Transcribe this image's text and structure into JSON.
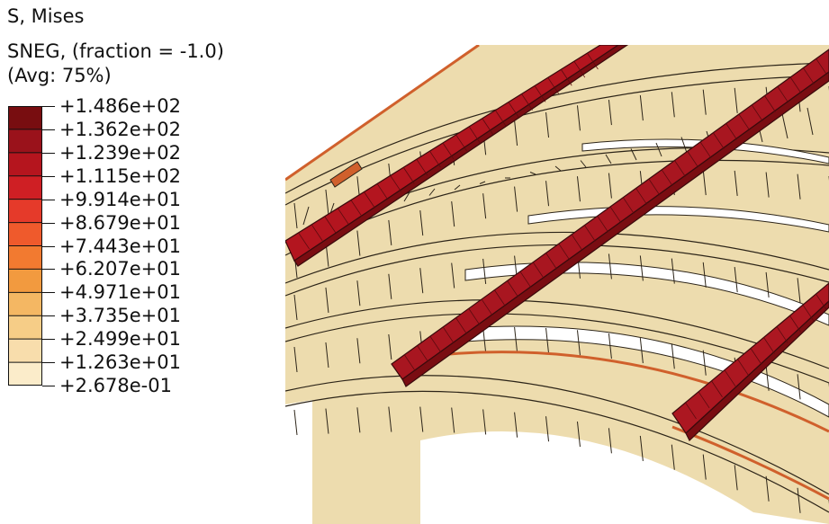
{
  "legend": {
    "variable": "S, Mises",
    "section_point": "SNEG, (fraction = -1.0)",
    "averaging": "(Avg: 75%)",
    "values": [
      "+1.486e+02",
      "+1.362e+02",
      "+1.239e+02",
      "+1.115e+02",
      "+9.914e+01",
      "+8.679e+01",
      "+7.443e+01",
      "+6.207e+01",
      "+4.971e+01",
      "+3.735e+01",
      "+2.499e+01",
      "+1.263e+01",
      "+2.678e-01"
    ],
    "band_colors": [
      "#780d10",
      "#9a121b",
      "#b5151e",
      "#cf1f24",
      "#e53a2a",
      "#ef5a2c",
      "#f27a30",
      "#f29a3f",
      "#f4b763",
      "#f6cd87",
      "#f8ddac",
      "#fbecca"
    ]
  },
  "model": {
    "surface_color": "#eddcae",
    "high_stress_color": "#a31520",
    "mid_stress_color": "#d0602c",
    "mesh_color": "#2c2418"
  }
}
